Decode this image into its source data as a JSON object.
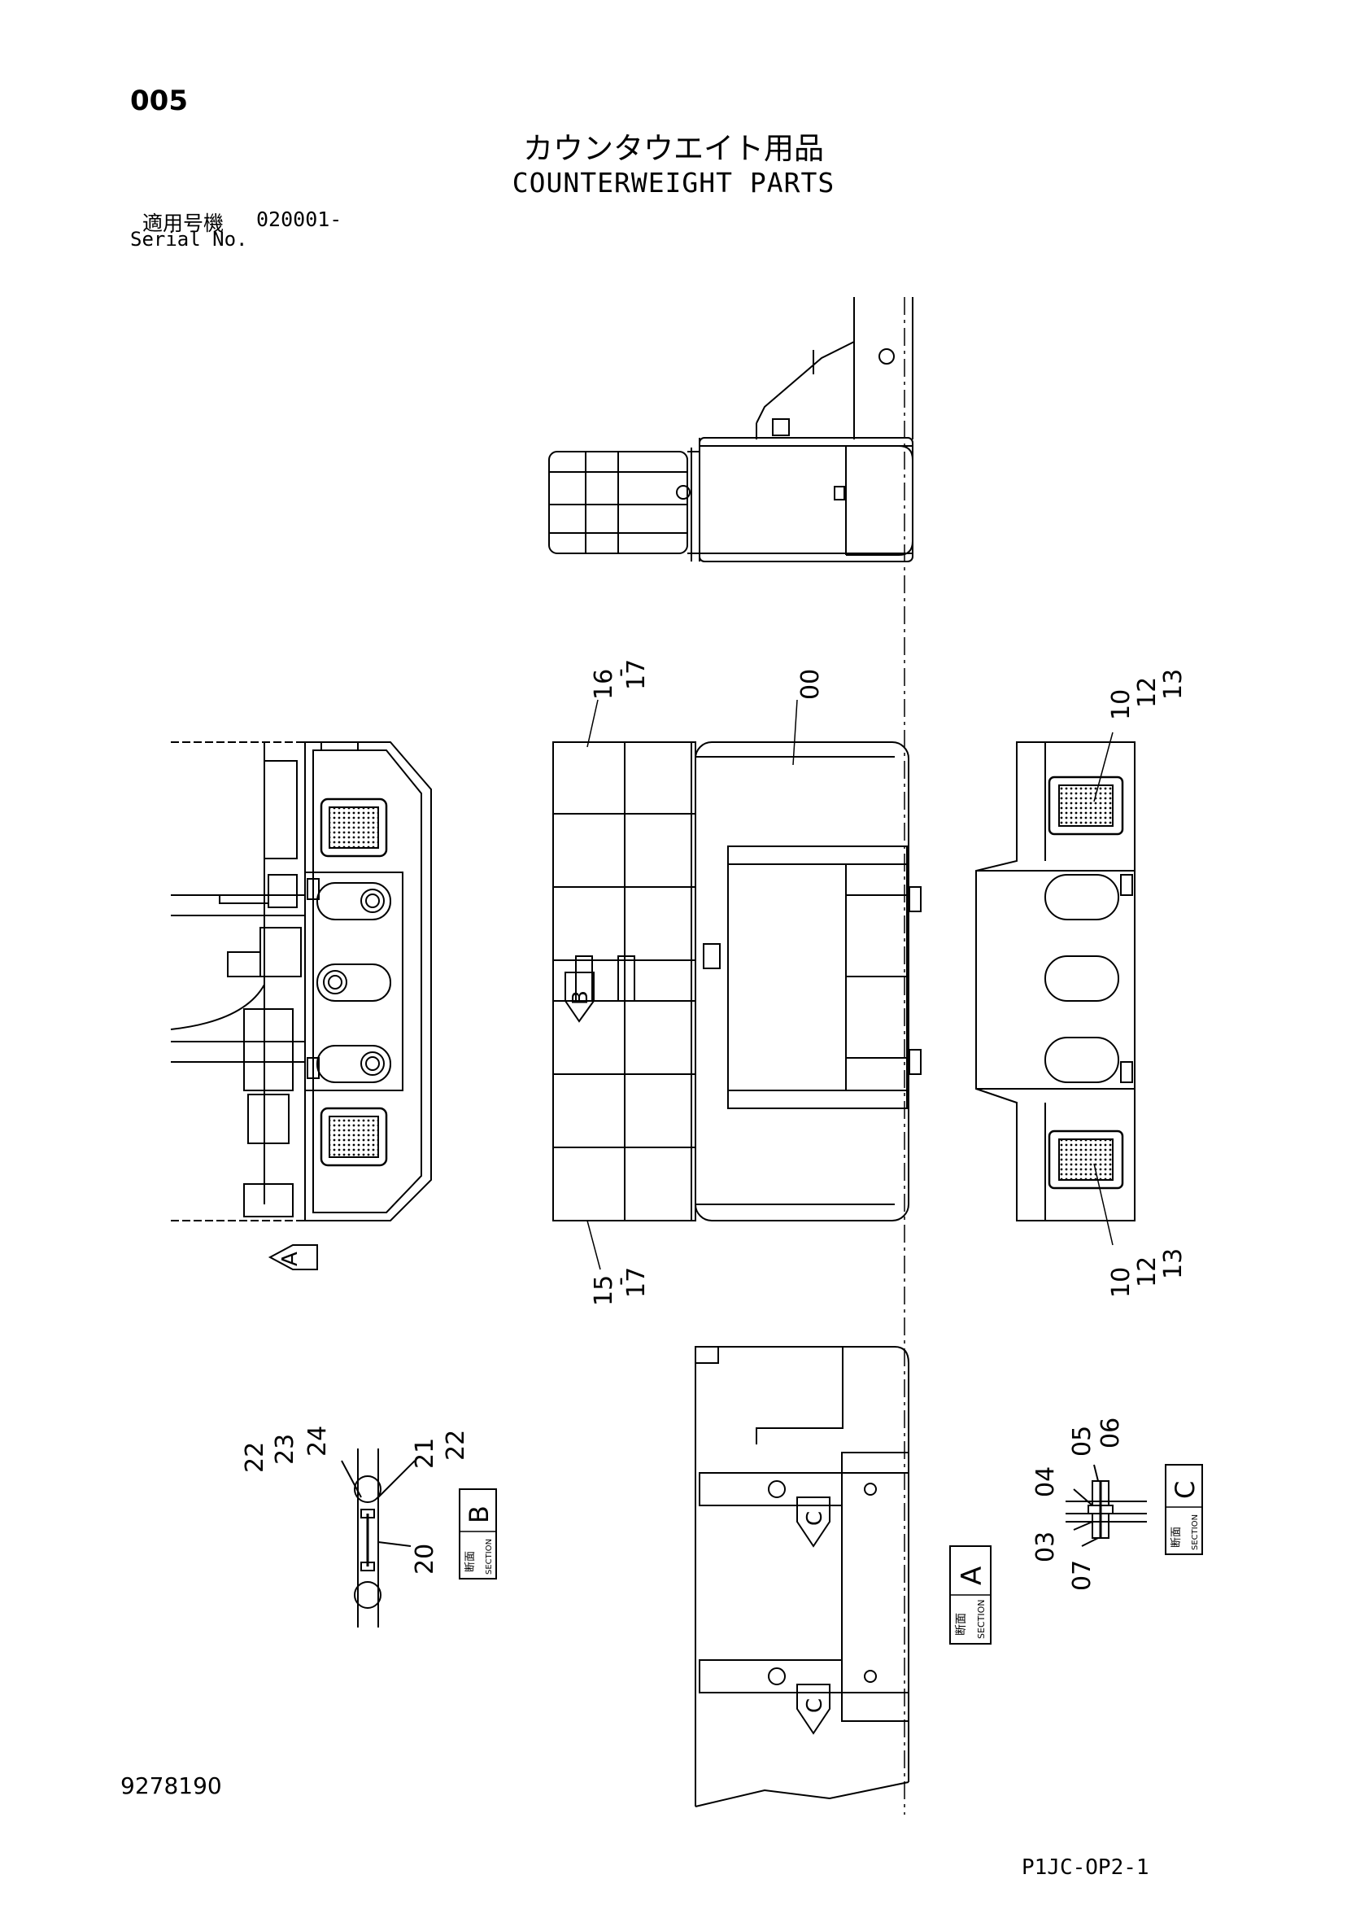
{
  "page": {
    "number": "005",
    "title_jp": "カウンタウエイト用品",
    "title_en": "COUNTERWEIGHT PARTS",
    "serial_label_jp": "適用号機",
    "serial_value": "020001-",
    "serial_label_en": "Serial No.",
    "drawing_number": "9278190",
    "sheet_code": "P1JC-OP2-1"
  },
  "callouts": {
    "top_rail": [
      "16",
      "17"
    ],
    "body": "00",
    "bottom_rail": [
      "15",
      "17"
    ],
    "right_top": [
      "10",
      "12",
      "13"
    ],
    "right_bottom": [
      "10",
      "12",
      "13"
    ],
    "sec_b_left": [
      "22",
      "23",
      "24"
    ],
    "sec_b_right": [
      "21",
      "22"
    ],
    "sec_b_bottom": "20",
    "sec_c_top": [
      "05",
      "06"
    ],
    "sec_c_04": "04",
    "sec_c_03": "03",
    "sec_c_07": "07"
  },
  "views": {
    "arrow_a": "A",
    "arrow_b": "B",
    "arrow_c": "C"
  },
  "sections": {
    "label_jp": "断面",
    "label_en": "SECTION",
    "a": "A",
    "b": "B",
    "c": "C"
  }
}
